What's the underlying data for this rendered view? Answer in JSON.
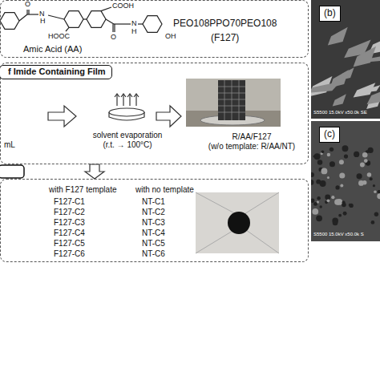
{
  "diagram": {
    "nodes": [
      {
        "text": [
          "Amic Acid (AA)",
          "PEO108PPO70PEO108",
          "(F127)"
        ]
      },
      {
        "text": [
          "solvent evaporation",
          "(r.t. → 100°C)",
          "R/AA/F127",
          "(w/o template: R/AA/NT)",
          "mL"
        ]
      },
      {
        "text": [
          "f Imide Containing Film"
        ],
        "in": 1
      },
      {
        "text": [
          "with F127 template",
          "with no template",
          "F127-C1",
          "F127-C2",
          "F127-C3",
          "F127-C4",
          "F127-C5",
          "F127-C6",
          "NT-C1",
          "NT-C2",
          "NT-C3",
          "NT-C4",
          "NT-C5",
          "NT-C6"
        ]
      },
      {
        "text": [
          "(b)",
          "S5500 15.0kV x50.0k SE"
        ]
      },
      {
        "text": [
          "(c)",
          "S5500 15.0kV x50.0k S"
        ]
      }
    ],
    "edges": [
      {
        "from": 1,
        "to": 3,
        "arrow": "to"
      }
    ],
    "labels": [
      "O",
      "N",
      "H",
      "HOOC",
      "COOH",
      "O",
      "N",
      "H",
      "OH"
    ]
  }
}
